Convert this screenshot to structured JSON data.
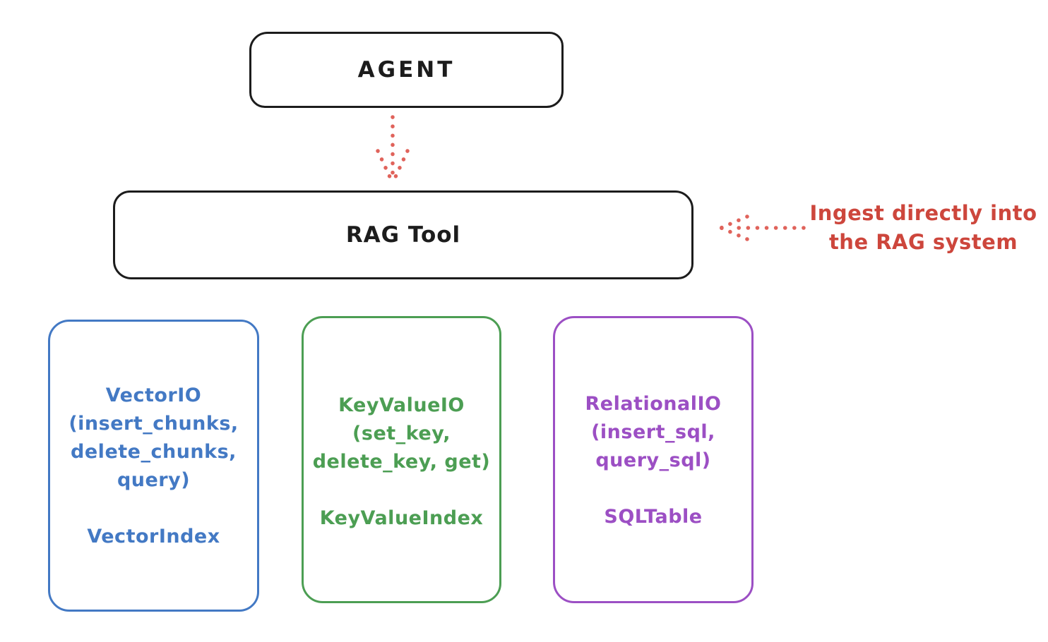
{
  "diagram": {
    "agent_box": {
      "label": "AGENT"
    },
    "rag_box": {
      "label": "RAG Tool"
    },
    "agent_to_rag_arrow": {
      "style": "dotted",
      "direction": "down",
      "color": "#e0635b"
    },
    "annotation": {
      "line1": "Ingest directly into",
      "line2": "the RAG system",
      "color": "#cd463c",
      "arrow": {
        "style": "dotted",
        "direction": "left",
        "color": "#e0635b"
      }
    },
    "io_boxes": [
      {
        "color": "#4379c4",
        "lines": [
          "VectorIO",
          "(insert_chunks,",
          "delete_chunks,",
          "query)"
        ],
        "footer": "VectorIndex"
      },
      {
        "color": "#4c9e53",
        "lines": [
          "KeyValueIO",
          "(set_key,",
          "delete_key, get)"
        ],
        "footer": "KeyValueIndex"
      },
      {
        "color": "#9c4fc4",
        "lines": [
          "RelationalIO",
          "(insert_sql,",
          "query_sql)"
        ],
        "footer": "SQLTable"
      }
    ]
  }
}
